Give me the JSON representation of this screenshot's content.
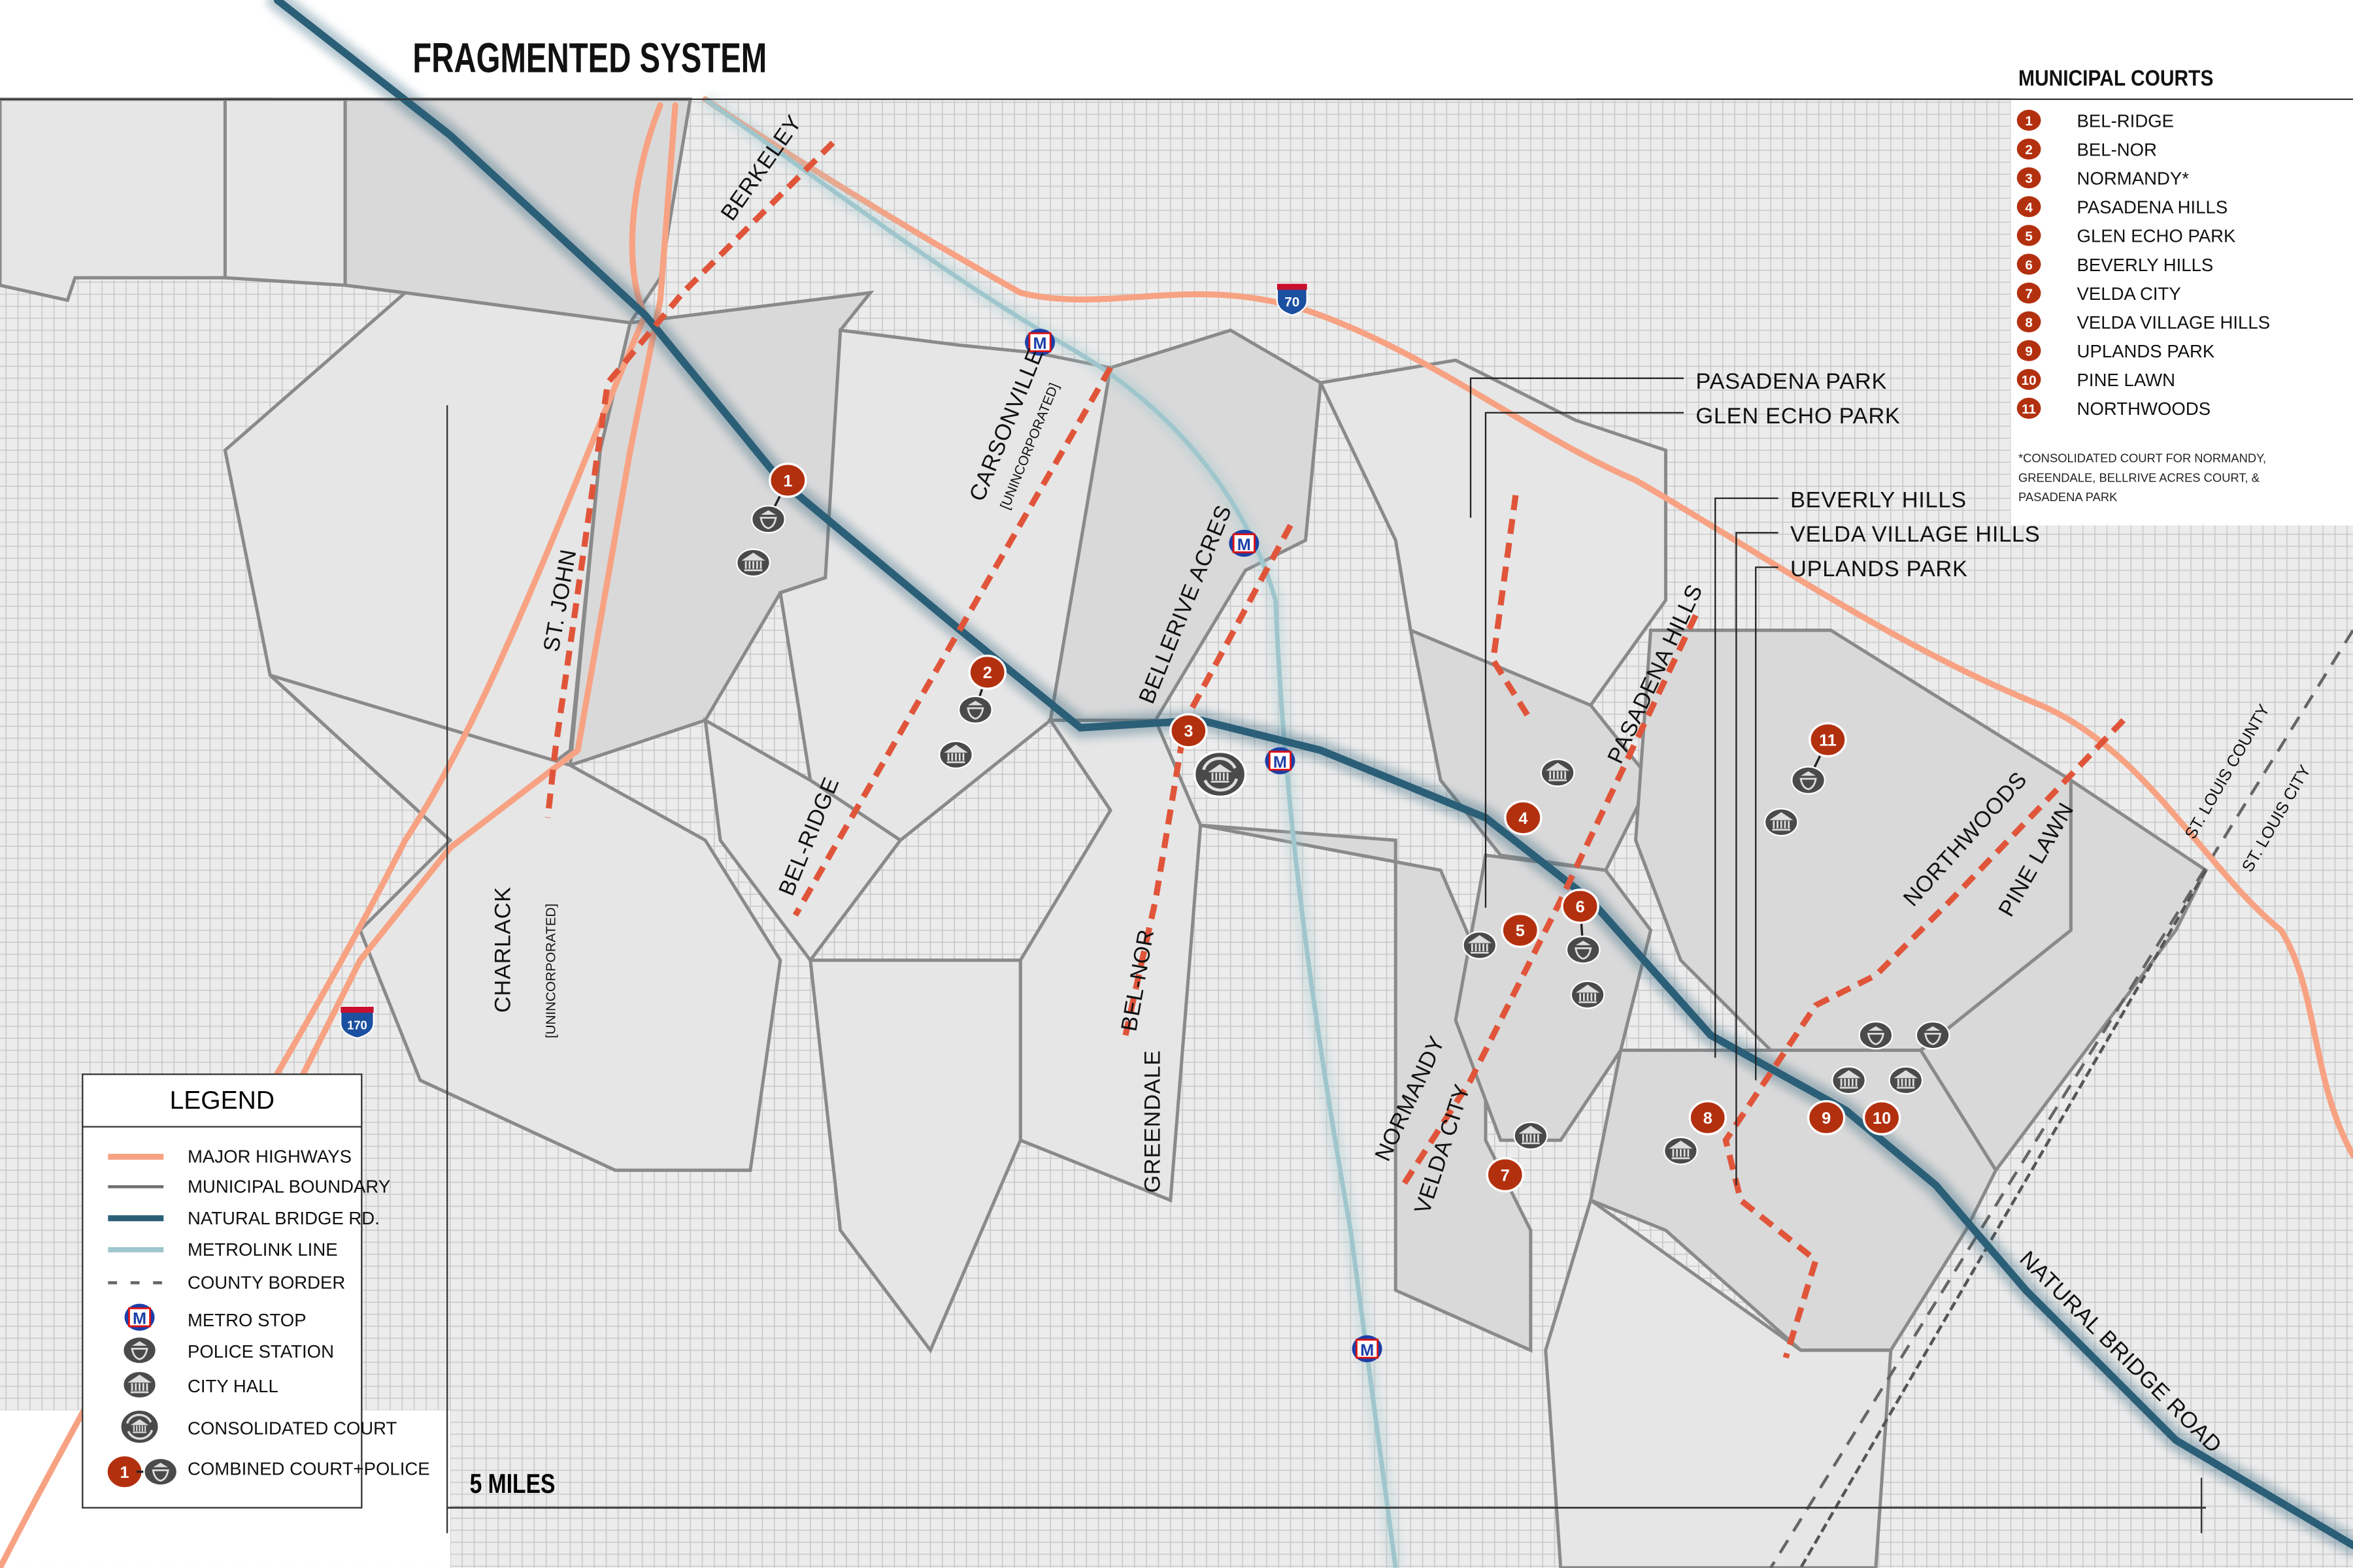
{
  "title": "FRAGMENTED SYSTEM",
  "courts_panel": {
    "heading": "MUNICIPAL COURTS",
    "courts": [
      {
        "number": "1",
        "name": "BEL-RIDGE"
      },
      {
        "number": "2",
        "name": "BEL-NOR"
      },
      {
        "number": "3",
        "name": "NORMANDY*"
      },
      {
        "number": "4",
        "name": "PASADENA HILLS"
      },
      {
        "number": "5",
        "name": "GLEN ECHO PARK"
      },
      {
        "number": "6",
        "name": "BEVERLY HILLS"
      },
      {
        "number": "7",
        "name": "VELDA CITY"
      },
      {
        "number": "8",
        "name": "VELDA VILLAGE HILLS"
      },
      {
        "number": "9",
        "name": "UPLANDS PARK"
      },
      {
        "number": "10",
        "name": "PINE LAWN"
      },
      {
        "number": "11",
        "name": "NORTHWOODS"
      }
    ],
    "footnote": [
      "*CONSOLIDATED COURT FOR NORMANDY,",
      "GREENDALE, BELLRIVE ACRES COURT, &",
      "PASADENA PARK"
    ]
  },
  "legend": {
    "heading": "LEGEND",
    "items": [
      {
        "label": "MAJOR HIGHWAYS",
        "icon": "highway-line",
        "color": "#f7a283"
      },
      {
        "label": "MUNICIPAL BOUNDARY",
        "icon": "boundary-line",
        "color": "#6f6f6f"
      },
      {
        "label": "NATURAL BRIDGE RD.",
        "icon": "road-line",
        "color": "#2b5f78"
      },
      {
        "label": "METROLINK LINE",
        "icon": "metrolink-line",
        "color": "#9fc6cc"
      },
      {
        "label": "COUNTY BORDER",
        "icon": "dashed-line",
        "color": "#666666"
      },
      {
        "label": "METRO STOP",
        "icon": "metro-stop-icon"
      },
      {
        "label": "POLICE STATION",
        "icon": "police-station-icon"
      },
      {
        "label": "CITY HALL",
        "icon": "city-hall-icon"
      },
      {
        "label": "CONSOLIDATED COURT",
        "icon": "consolidated-court-icon"
      },
      {
        "label": "COMBINED COURT+POLICE",
        "icon": "combined-court-police-icon",
        "example_number": "1"
      }
    ]
  },
  "map": {
    "places": [
      "BERKELEY",
      "CARSONVILLE",
      "[UNINCORPORATED]",
      "ST. JOHN",
      "BEL-RIDGE",
      "BELLERIVE ACRES",
      "BEL-NOR",
      "GREENDALE",
      "CHARLACK",
      "[UNINCORPORATED]",
      "NORMANDY",
      "VELDA CITY",
      "PASADENA HILLS",
      "NORTHWOODS",
      "PINE LAWN"
    ],
    "callouts": [
      "PASADENA PARK",
      "GLEN ECHO PARK",
      "BEVERLY HILLS",
      "VELDA VILLAGE HILLS",
      "UPLANDS PARK"
    ],
    "county_labels": [
      "ST. LOUIS COUNTY",
      "ST. LOUIS CITY"
    ],
    "road_label": "NATURAL BRIDGE ROAD",
    "interstates": [
      "70",
      "170"
    ],
    "metro_letter": "M",
    "scale_label": "5 MILES"
  },
  "colors": {
    "court": "#b3300f",
    "highway": "#f7a283",
    "road": "#2b5f78",
    "metrolink": "#9fc6cc",
    "dashed_route": "#e0553a",
    "icon": "#4a4a4a"
  }
}
